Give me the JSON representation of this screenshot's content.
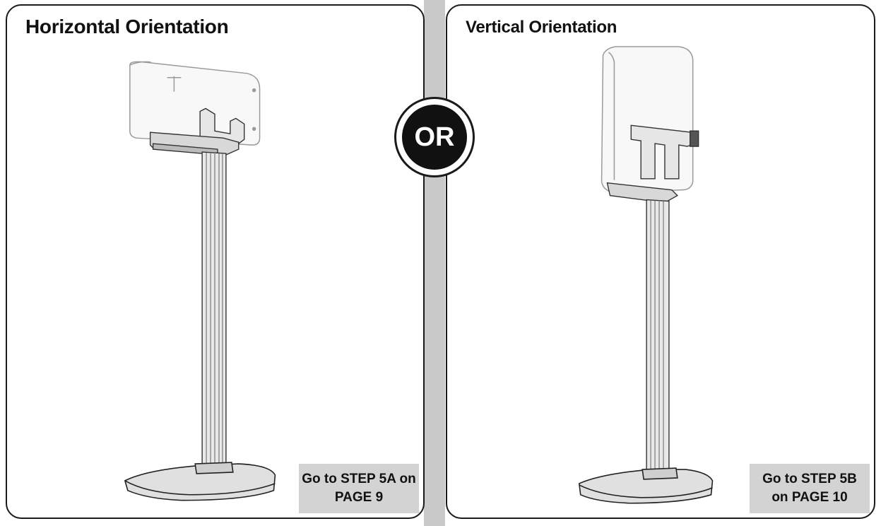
{
  "left_panel": {
    "title": "Horizontal Orientation",
    "instruction_line1": "Go to STEP 5A on",
    "instruction_line2": "PAGE 9"
  },
  "right_panel": {
    "title": "Vertical Orientation",
    "instruction_line1": "Go to STEP 5B",
    "instruction_line2": "on PAGE 10"
  },
  "divider": {
    "label": "OR"
  },
  "colors": {
    "outline": "#1a1a1a",
    "divider_bar": "#c9c9c9",
    "instruction_bg": "#d3d3d3",
    "badge_fill": "#111111"
  },
  "icons": {
    "left": "speaker-stand-horizontal-icon",
    "right": "speaker-stand-vertical-icon"
  }
}
